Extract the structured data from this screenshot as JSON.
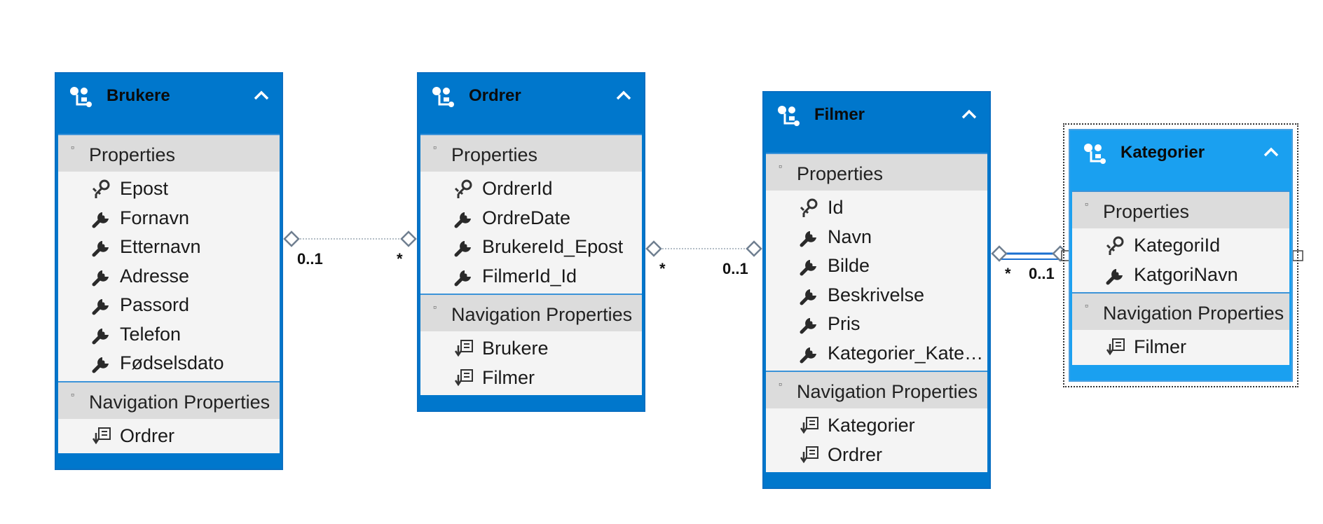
{
  "diagram": {
    "entities": [
      {
        "id": "brukere",
        "title": "Brukere",
        "sections": [
          {
            "label": "Properties",
            "items": [
              {
                "label": "Epost",
                "icon": "key-icon"
              },
              {
                "label": "Fornavn",
                "icon": "wrench-icon"
              },
              {
                "label": "Etternavn",
                "icon": "wrench-icon"
              },
              {
                "label": "Adresse",
                "icon": "wrench-icon"
              },
              {
                "label": "Passord",
                "icon": "wrench-icon"
              },
              {
                "label": "Telefon",
                "icon": "wrench-icon"
              },
              {
                "label": "Fødselsdato",
                "icon": "wrench-icon"
              }
            ]
          },
          {
            "label": "Navigation Properties",
            "items": [
              {
                "label": "Ordrer",
                "icon": "navigation-property-icon"
              }
            ]
          }
        ]
      },
      {
        "id": "ordrer",
        "title": "Ordrer",
        "sections": [
          {
            "label": "Properties",
            "items": [
              {
                "label": "OrdrerId",
                "icon": "key-icon"
              },
              {
                "label": "OrdreDate",
                "icon": "wrench-icon"
              },
              {
                "label": "BrukereId_Epost",
                "icon": "wrench-icon"
              },
              {
                "label": "FilmerId_Id",
                "icon": "wrench-icon"
              }
            ]
          },
          {
            "label": "Navigation Properties",
            "items": [
              {
                "label": "Brukere",
                "icon": "navigation-property-icon"
              },
              {
                "label": "Filmer",
                "icon": "navigation-property-icon"
              }
            ]
          }
        ]
      },
      {
        "id": "filmer",
        "title": "Filmer",
        "sections": [
          {
            "label": "Properties",
            "items": [
              {
                "label": "Id",
                "icon": "key-icon"
              },
              {
                "label": "Navn",
                "icon": "wrench-icon"
              },
              {
                "label": "Bilde",
                "icon": "wrench-icon"
              },
              {
                "label": "Beskrivelse",
                "icon": "wrench-icon"
              },
              {
                "label": "Pris",
                "icon": "wrench-icon"
              },
              {
                "label": "Kategorier_Kate…",
                "icon": "wrench-icon"
              }
            ]
          },
          {
            "label": "Navigation Properties",
            "items": [
              {
                "label": "Kategorier",
                "icon": "navigation-property-icon"
              },
              {
                "label": "Ordrer",
                "icon": "navigation-property-icon"
              }
            ]
          }
        ]
      },
      {
        "id": "kategorier",
        "title": "Kategorier",
        "selected": true,
        "sections": [
          {
            "label": "Properties",
            "items": [
              {
                "label": "KategoriId",
                "icon": "key-icon"
              },
              {
                "label": "KatgoriNavn",
                "icon": "wrench-icon"
              }
            ]
          },
          {
            "label": "Navigation Properties",
            "items": [
              {
                "label": "Filmer",
                "icon": "navigation-property-icon"
              }
            ]
          }
        ]
      }
    ],
    "associations": [
      {
        "from": "brukere",
        "to": "ordrer",
        "from_mult": "0..1",
        "to_mult": "*"
      },
      {
        "from": "ordrer",
        "to": "filmer",
        "from_mult": "*",
        "to_mult": "0..1"
      },
      {
        "from": "filmer",
        "to": "kategorier",
        "from_mult": "*",
        "to_mult": "0..1"
      }
    ],
    "colors": {
      "entity_header": "#0077cc",
      "entity_selected": "#1aa0f0",
      "section_header": "#dcdcdc",
      "section_body": "#f4f4f4",
      "connector": "#6f7f90"
    }
  }
}
